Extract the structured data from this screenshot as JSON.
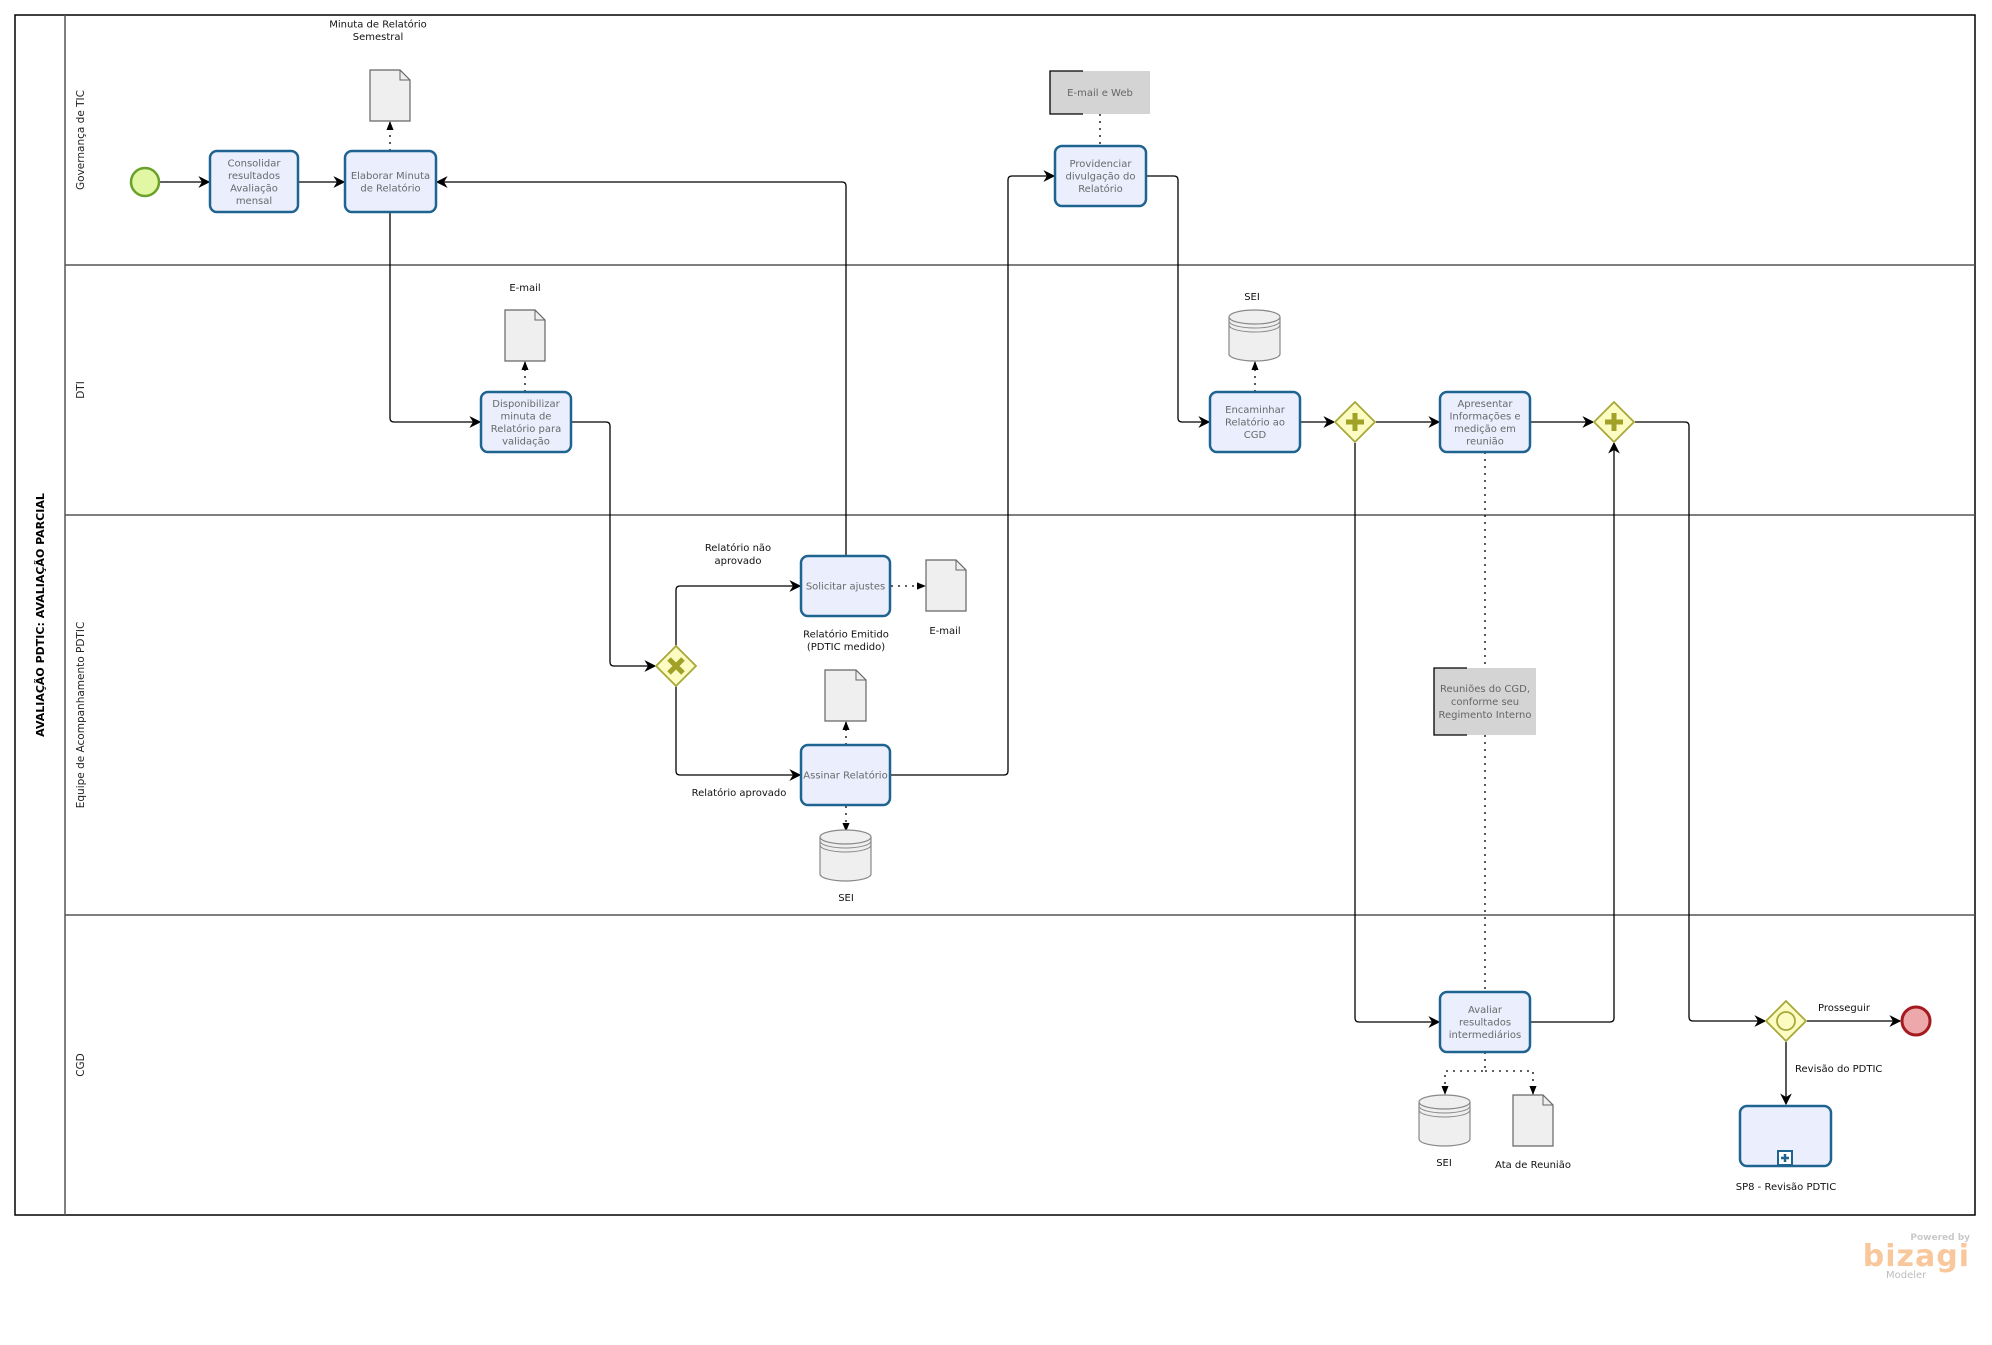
{
  "pool": {
    "title": "AVALIAÇÃO PDTIC: AVALIAÇÃO PARCIAL"
  },
  "lanes": [
    {
      "id": "gov",
      "label": "Governança de TIC"
    },
    {
      "id": "dti",
      "label": "DTI"
    },
    {
      "id": "equipe",
      "label": "Equipe de Acompanhamento PDTIC"
    },
    {
      "id": "cgd",
      "label": "CGD"
    }
  ],
  "tasks": {
    "consolidar": {
      "lines": [
        "Consolidar",
        "resultados",
        "Avaliação",
        "mensal"
      ]
    },
    "elaborar": {
      "lines": [
        "Elaborar Minuta",
        "de Relatório"
      ]
    },
    "disponibilizar": {
      "lines": [
        "Disponibilizar",
        "minuta de",
        "Relatório para",
        "validação"
      ]
    },
    "solicitar": {
      "lines": [
        "Solicitar ajustes"
      ]
    },
    "assinar": {
      "lines": [
        "Assinar Relatório"
      ]
    },
    "providenciar": {
      "lines": [
        "Providenciar",
        "divulgação do",
        "Relatório"
      ]
    },
    "encaminhar": {
      "lines": [
        "Encaminhar",
        "Relatório ao",
        "CGD"
      ]
    },
    "apresentar": {
      "lines": [
        "Apresentar",
        "Informações e",
        "medição em",
        "reunião"
      ]
    },
    "avaliar": {
      "lines": [
        "Avaliar",
        "resultados",
        "intermediários"
      ]
    }
  },
  "subprocess": {
    "label": "SP8 - Revisão PDTIC",
    "marker": "plus-icon"
  },
  "artifacts": {
    "doc_minuta": {
      "type": "document",
      "lines": [
        "Minuta de Relatório",
        "Semestral"
      ]
    },
    "doc_email_dti": {
      "type": "document",
      "lines": [
        "E-mail"
      ]
    },
    "doc_email_equipe": {
      "type": "document",
      "lines": [
        "E-mail"
      ]
    },
    "doc_relatorio_emitido": {
      "type": "document",
      "lines": [
        "Relatório Emitido",
        "(PDTIC medido)"
      ]
    },
    "db_sei_equipe": {
      "type": "data-store",
      "lines": [
        "SEI"
      ]
    },
    "db_sei_dti": {
      "type": "data-store",
      "lines": [
        "SEI"
      ]
    },
    "db_sei_cgd": {
      "type": "data-store",
      "lines": [
        "SEI"
      ]
    },
    "doc_ata": {
      "type": "document",
      "lines": [
        "Ata de Reunião"
      ]
    }
  },
  "annotations": {
    "email_web": {
      "lines": [
        "E-mail e Web"
      ]
    },
    "reunioes": {
      "lines": [
        "Reuniões do CGD,",
        "conforme seu",
        "Regimento Interno"
      ]
    }
  },
  "gateways": {
    "xor": {
      "type": "exclusive",
      "icon": "x-icon"
    },
    "par1": {
      "type": "parallel",
      "icon": "plus-icon"
    },
    "par2": {
      "type": "parallel",
      "icon": "plus-icon"
    },
    "incl": {
      "type": "inclusive",
      "icon": "circle-icon"
    }
  },
  "flow_labels": {
    "nao_aprovado": [
      "Relatório não",
      "aprovado"
    ],
    "aprovado": [
      "Relatório aprovado"
    ],
    "prosseguir": [
      "Prosseguir"
    ],
    "revisao": [
      "Revisão do PDTIC"
    ]
  },
  "branding": {
    "powered_by": "Powered by",
    "brand": "bizagi",
    "product": "Modeler",
    "brand_color": "#f8c79b"
  },
  "colors": {
    "task_fill": "#eaeefd",
    "task_stroke": "#1f6391",
    "gateway_fill": "#fbfbc2",
    "gateway_stroke": "#a8a83a",
    "start_fill": "#e1f7a3",
    "end_fill": "#eca8aa",
    "annotation_fill": "#d4d4d4"
  }
}
